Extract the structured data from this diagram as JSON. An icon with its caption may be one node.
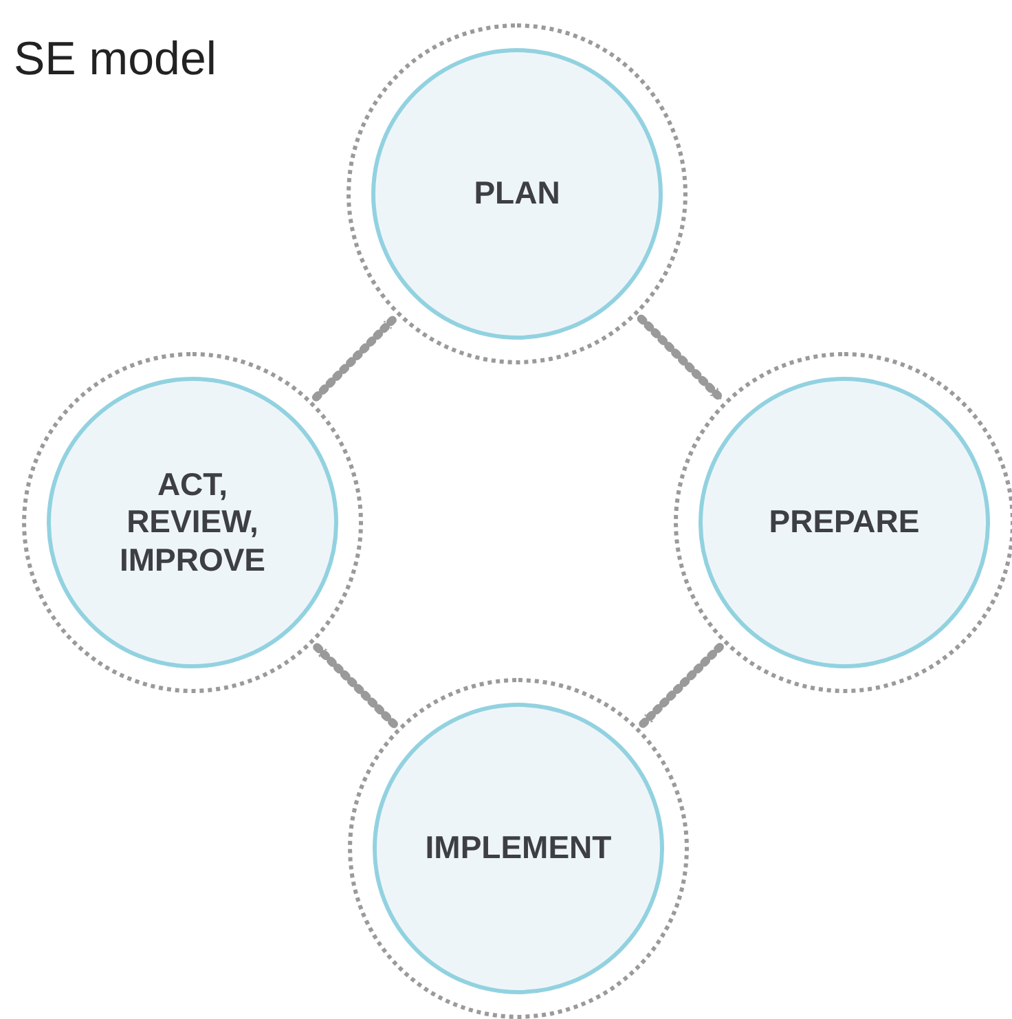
{
  "diagram": {
    "title": "SE model",
    "nodes": [
      {
        "text": [
          "PLAN"
        ]
      },
      {
        "text": [
          "PREPARE"
        ]
      },
      {
        "text": [
          "IMPLEMENT"
        ]
      },
      {
        "text": [
          "ACT, REVIEW, IMPROVE"
        ]
      }
    ],
    "edges": [
      {
        "from": 0,
        "to": 1,
        "arrow": "to",
        "style": "dashed"
      },
      {
        "from": 1,
        "to": 2,
        "arrow": "to",
        "style": "dashed"
      },
      {
        "from": 2,
        "to": 3,
        "arrow": "to",
        "style": "dashed"
      },
      {
        "from": 3,
        "to": 0,
        "arrow": "to",
        "style": "dashed"
      }
    ]
  }
}
